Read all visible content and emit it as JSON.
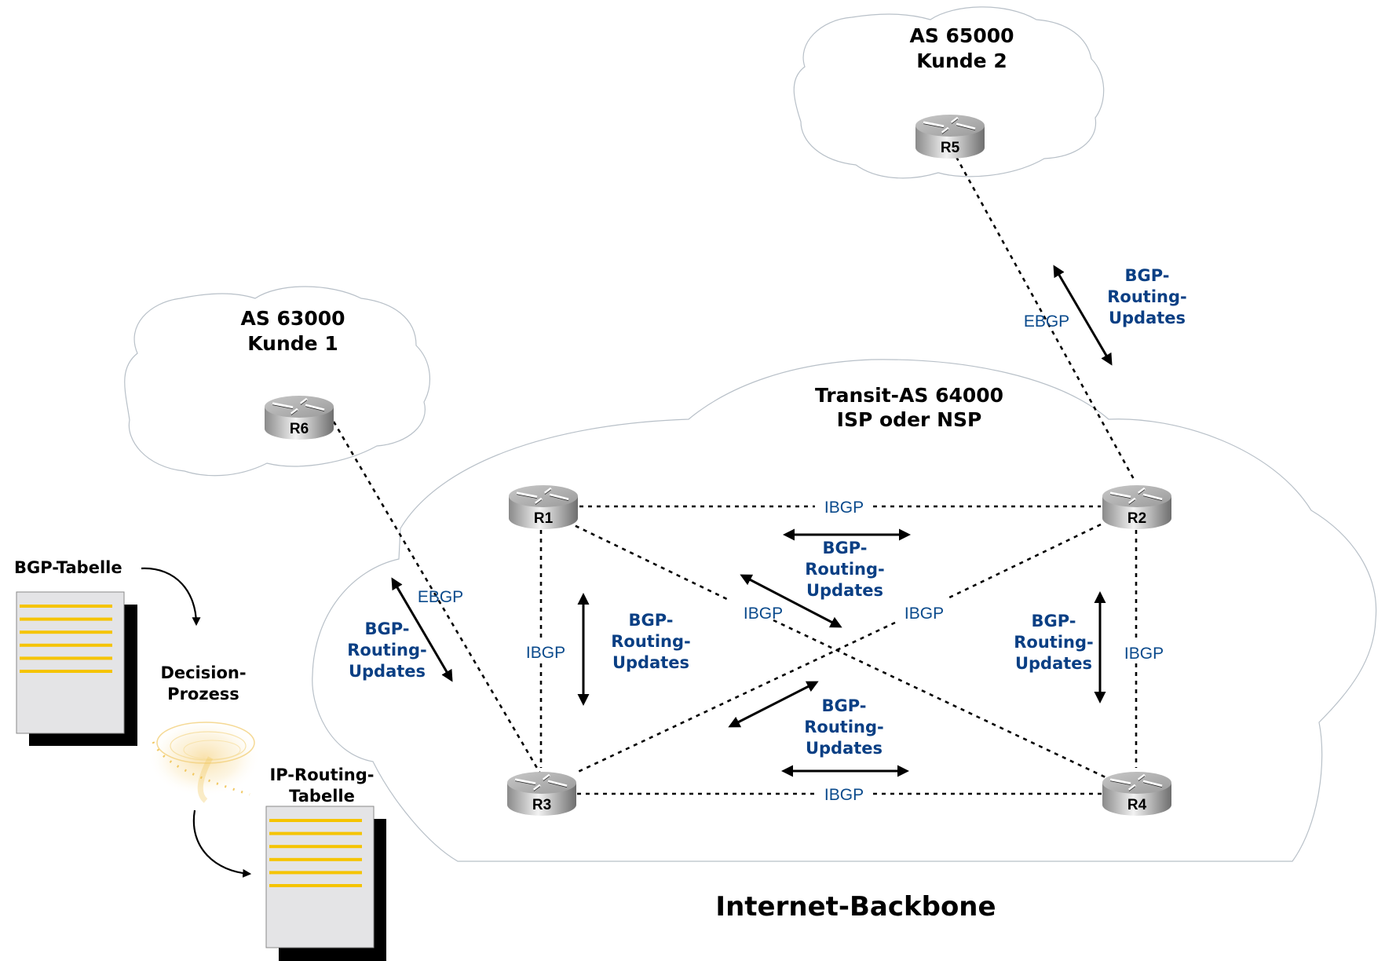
{
  "clouds": {
    "kunde2": {
      "line1": "AS 65000",
      "line2": "Kunde 2"
    },
    "kunde1": {
      "line1": "AS 63000",
      "line2": "Kunde 1"
    },
    "transit": {
      "line1": "Transit-AS 64000",
      "line2": "ISP oder NSP"
    }
  },
  "footer_label": "Internet-Backbone",
  "routers": [
    {
      "id": "R1",
      "label": "R1"
    },
    {
      "id": "R2",
      "label": "R2"
    },
    {
      "id": "R3",
      "label": "R3"
    },
    {
      "id": "R4",
      "label": "R4"
    },
    {
      "id": "R5",
      "label": "R5"
    },
    {
      "id": "R6",
      "label": "R6"
    }
  ],
  "links": {
    "r5_r2": "EBGP",
    "r6_r3": "EBGP",
    "r1_r2": "IBGP",
    "r3_r4": "IBGP",
    "r1_r3": "IBGP",
    "r2_r4": "IBGP",
    "r1_r4": "IBGP",
    "r2_r3": "IBGP"
  },
  "update_label": {
    "line1": "BGP-",
    "line2": "Routing-",
    "line3": "Updates"
  },
  "process": {
    "bgp_table": "BGP-Tabelle",
    "decision_line1": "Decision-",
    "decision_line2": "Prozess",
    "ip_table_line1": "IP-Routing-",
    "ip_table_line2": "Tabelle"
  },
  "colors": {
    "label_blue": "#0a4a8c",
    "table_line_yellow": "#f5c400",
    "document_gray": "#e4e4e6"
  }
}
